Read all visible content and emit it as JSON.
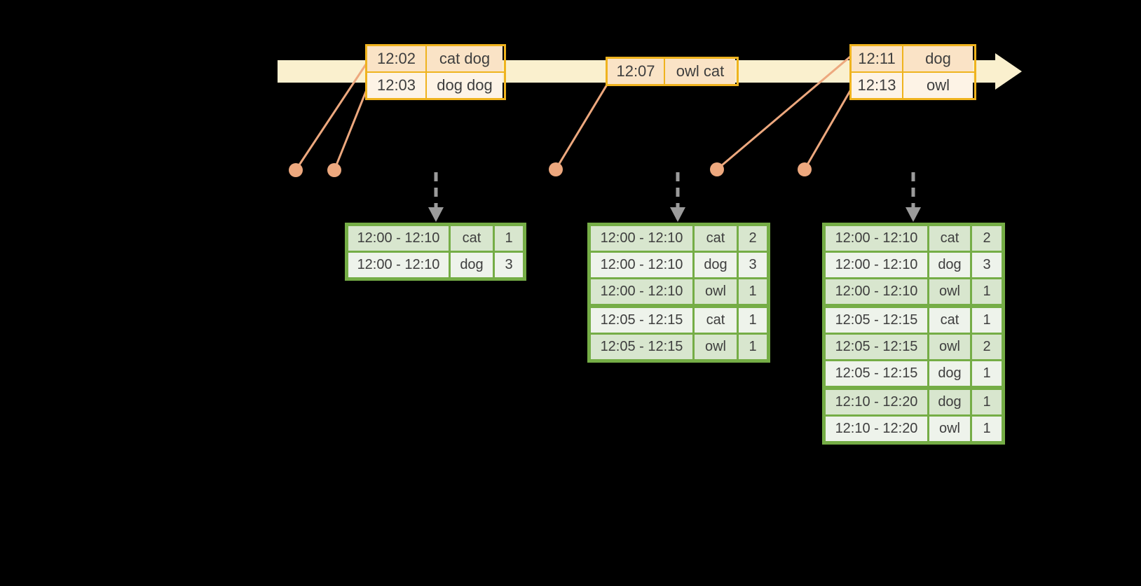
{
  "colors": {
    "background": "#000000",
    "timeline": "#FAF0CE",
    "event-border": "#EFB31E",
    "event-row-dark": "#FAE3C6",
    "event-row-light": "#FDF3E6",
    "connector": "#EDA87E",
    "table-border": "#75AD46",
    "table-row-dark": "#D8E6CE",
    "table-row-light": "#EEF3EB",
    "trigger-arrow": "#9B9B9B",
    "text": "#3E3E3E"
  },
  "timeline": {
    "events": [
      {
        "rows": [
          {
            "time": "12:02",
            "words": "cat dog"
          },
          {
            "time": "12:03",
            "words": "dog dog"
          }
        ]
      },
      {
        "rows": [
          {
            "time": "12:07",
            "words": "owl cat"
          }
        ]
      },
      {
        "rows": [
          {
            "time": "12:11",
            "words": "dog"
          },
          {
            "time": "12:13",
            "words": "owl"
          }
        ]
      }
    ]
  },
  "result_tables": [
    {
      "rows": [
        {
          "window": "12:00 - 12:10",
          "word": "cat",
          "count": "1"
        },
        {
          "window": "12:00 - 12:10",
          "word": "dog",
          "count": "3"
        }
      ]
    },
    {
      "rows": [
        {
          "window": "12:00 - 12:10",
          "word": "cat",
          "count": "2"
        },
        {
          "window": "12:00 - 12:10",
          "word": "dog",
          "count": "3"
        },
        {
          "window": "12:00 - 12:10",
          "word": "owl",
          "count": "1"
        },
        {
          "window": "12:05 - 12:15",
          "word": "cat",
          "count": "1"
        },
        {
          "window": "12:05 - 12:15",
          "word": "owl",
          "count": "1"
        }
      ]
    },
    {
      "rows": [
        {
          "window": "12:00 - 12:10",
          "word": "cat",
          "count": "2"
        },
        {
          "window": "12:00 - 12:10",
          "word": "dog",
          "count": "3"
        },
        {
          "window": "12:00 - 12:10",
          "word": "owl",
          "count": "1"
        },
        {
          "window": "12:05 - 12:15",
          "word": "cat",
          "count": "1"
        },
        {
          "window": "12:05 - 12:15",
          "word": "owl",
          "count": "2"
        },
        {
          "window": "12:05 - 12:15",
          "word": "dog",
          "count": "1"
        },
        {
          "window": "12:10 - 12:20",
          "word": "dog",
          "count": "1"
        },
        {
          "window": "12:10 - 12:20",
          "word": "owl",
          "count": "1"
        }
      ]
    }
  ]
}
